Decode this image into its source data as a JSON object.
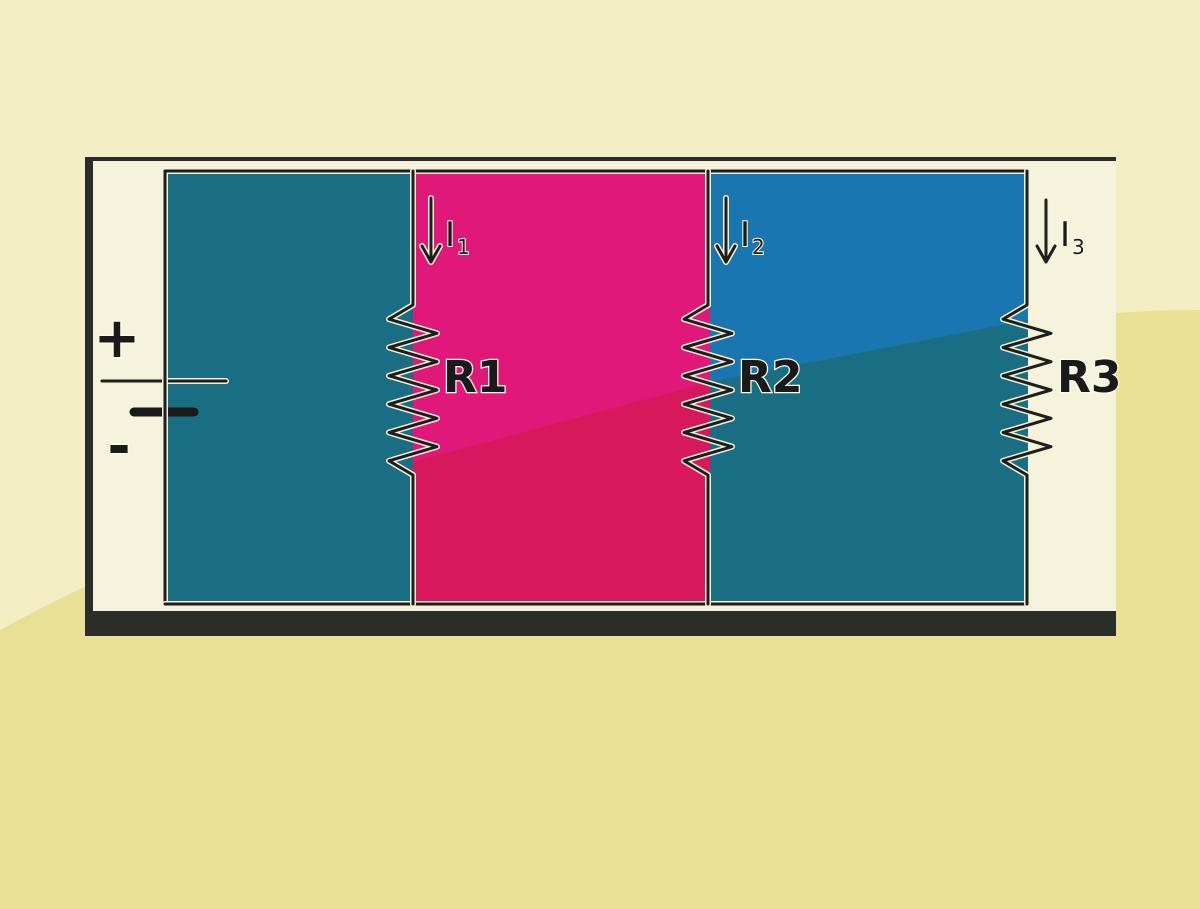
{
  "diagram": {
    "battery": {
      "plus": "+",
      "minus": "-"
    },
    "resistors": [
      {
        "label": "R1",
        "current_main": "I",
        "current_sub": "1"
      },
      {
        "label": "R2",
        "current_main": "I",
        "current_sub": "2"
      },
      {
        "label": "R3",
        "current_main": "I",
        "current_sub": "3"
      }
    ],
    "colors": {
      "background": "#f3eec3",
      "background_wave": "#e9df95",
      "teal_region": "#1a6e84",
      "pink_region": "#d8185c",
      "pink_region_light": "#e0187a",
      "blue_region": "#1a76b0",
      "frame_dark": "#2a2d2a",
      "wire": "#1e1e1e"
    }
  }
}
